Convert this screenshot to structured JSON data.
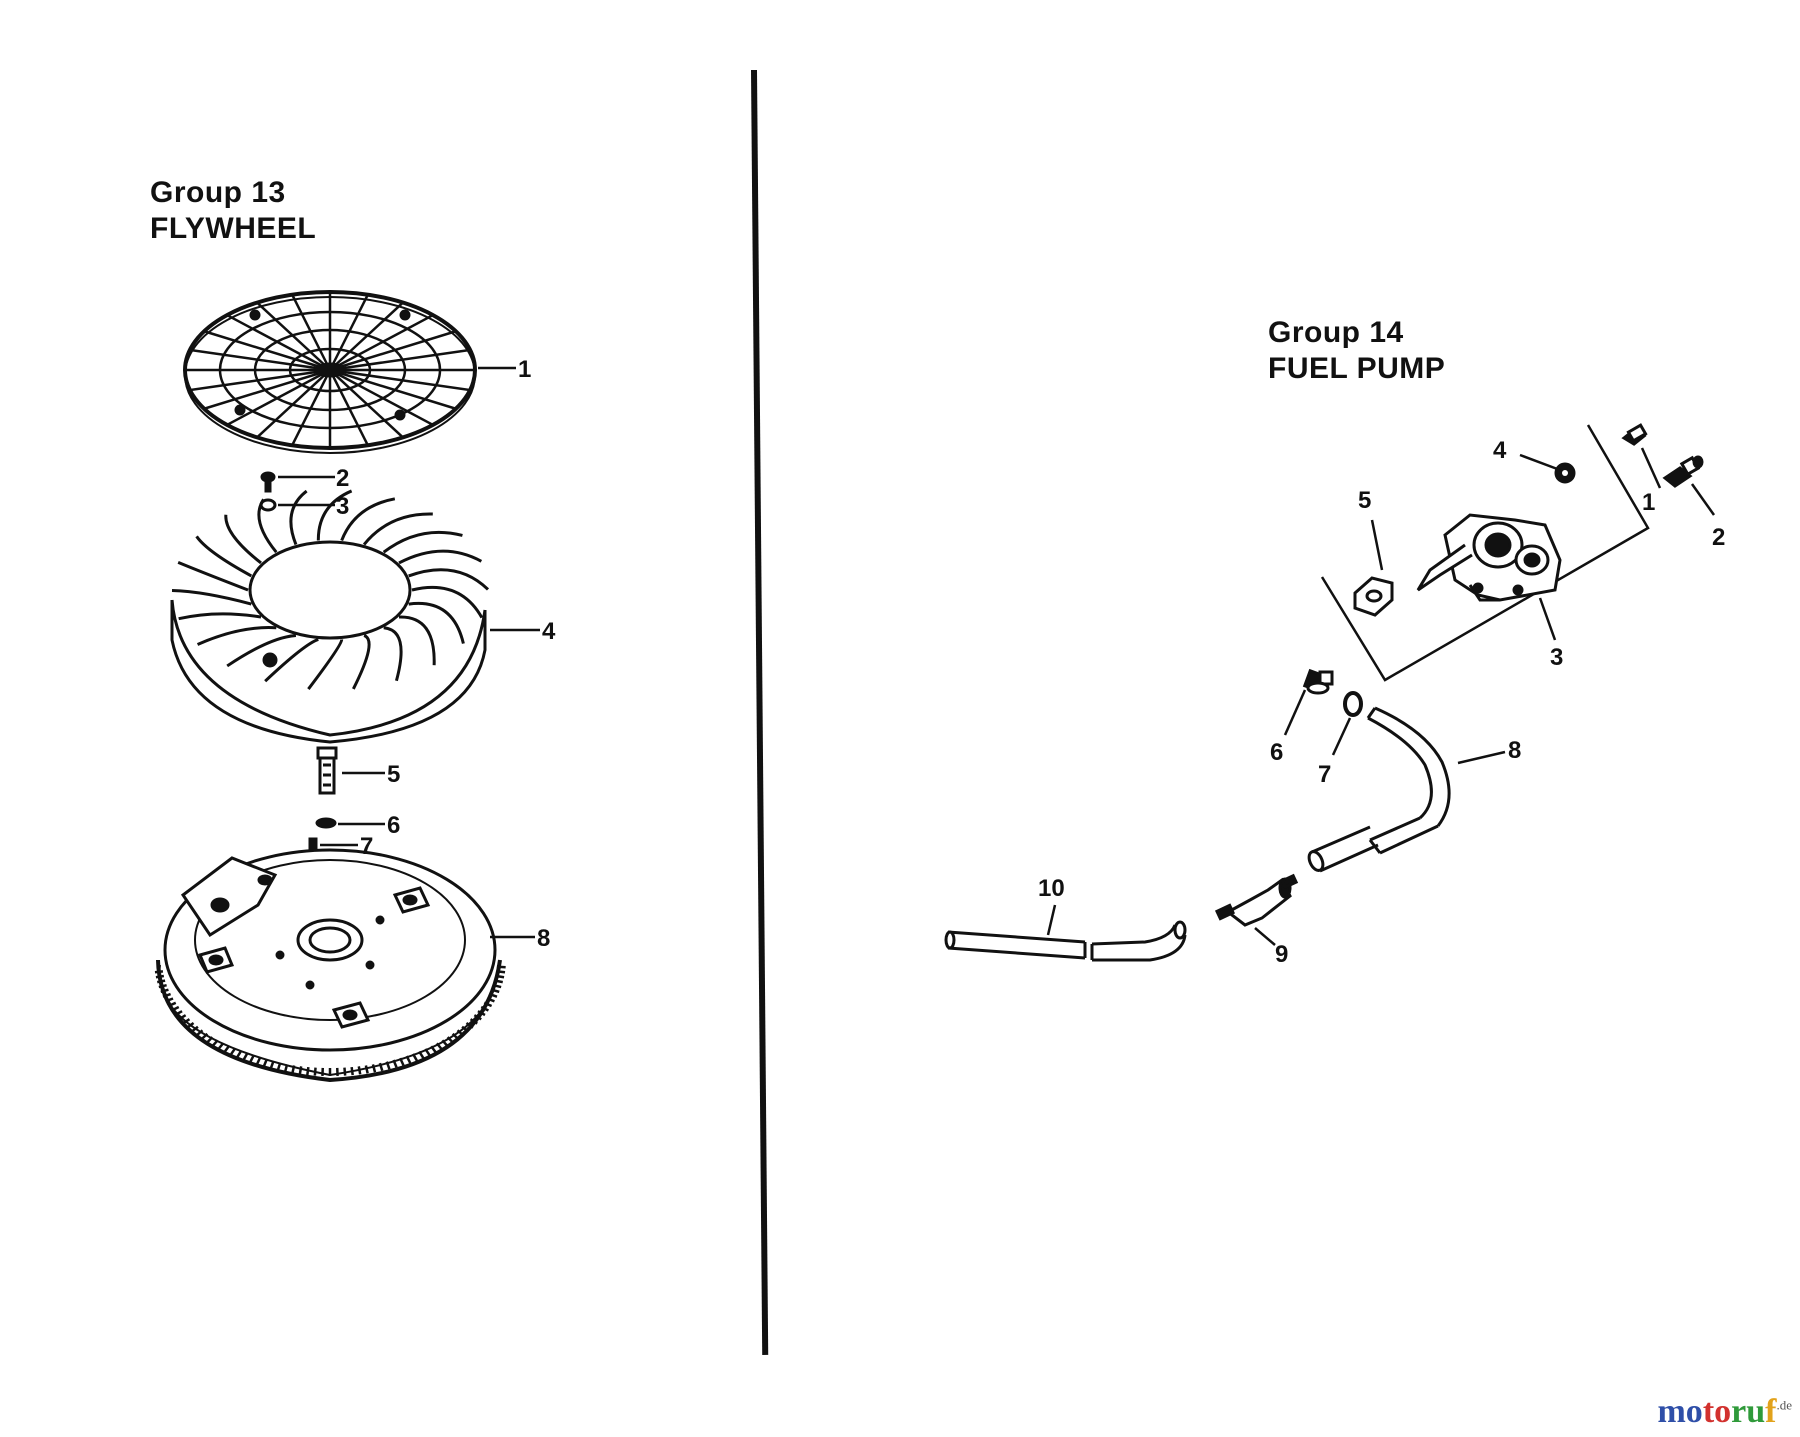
{
  "group13": {
    "title_line1": "Group 13",
    "title_line2": "FLYWHEEL",
    "callouts": [
      "1",
      "2",
      "3",
      "4",
      "5",
      "6",
      "7",
      "8"
    ]
  },
  "group14": {
    "title_line1": "Group 14",
    "title_line2": "FUEL PUMP",
    "callouts": [
      "1",
      "2",
      "3",
      "4",
      "5",
      "6",
      "7",
      "8",
      "9",
      "10"
    ]
  },
  "watermark": {
    "letters": [
      "mo",
      "to",
      "ru",
      "f"
    ],
    "suffix": ".de",
    "colors": [
      "#2f4fa8",
      "#d2312e",
      "#2f9a3a",
      "#e2a21b"
    ]
  }
}
